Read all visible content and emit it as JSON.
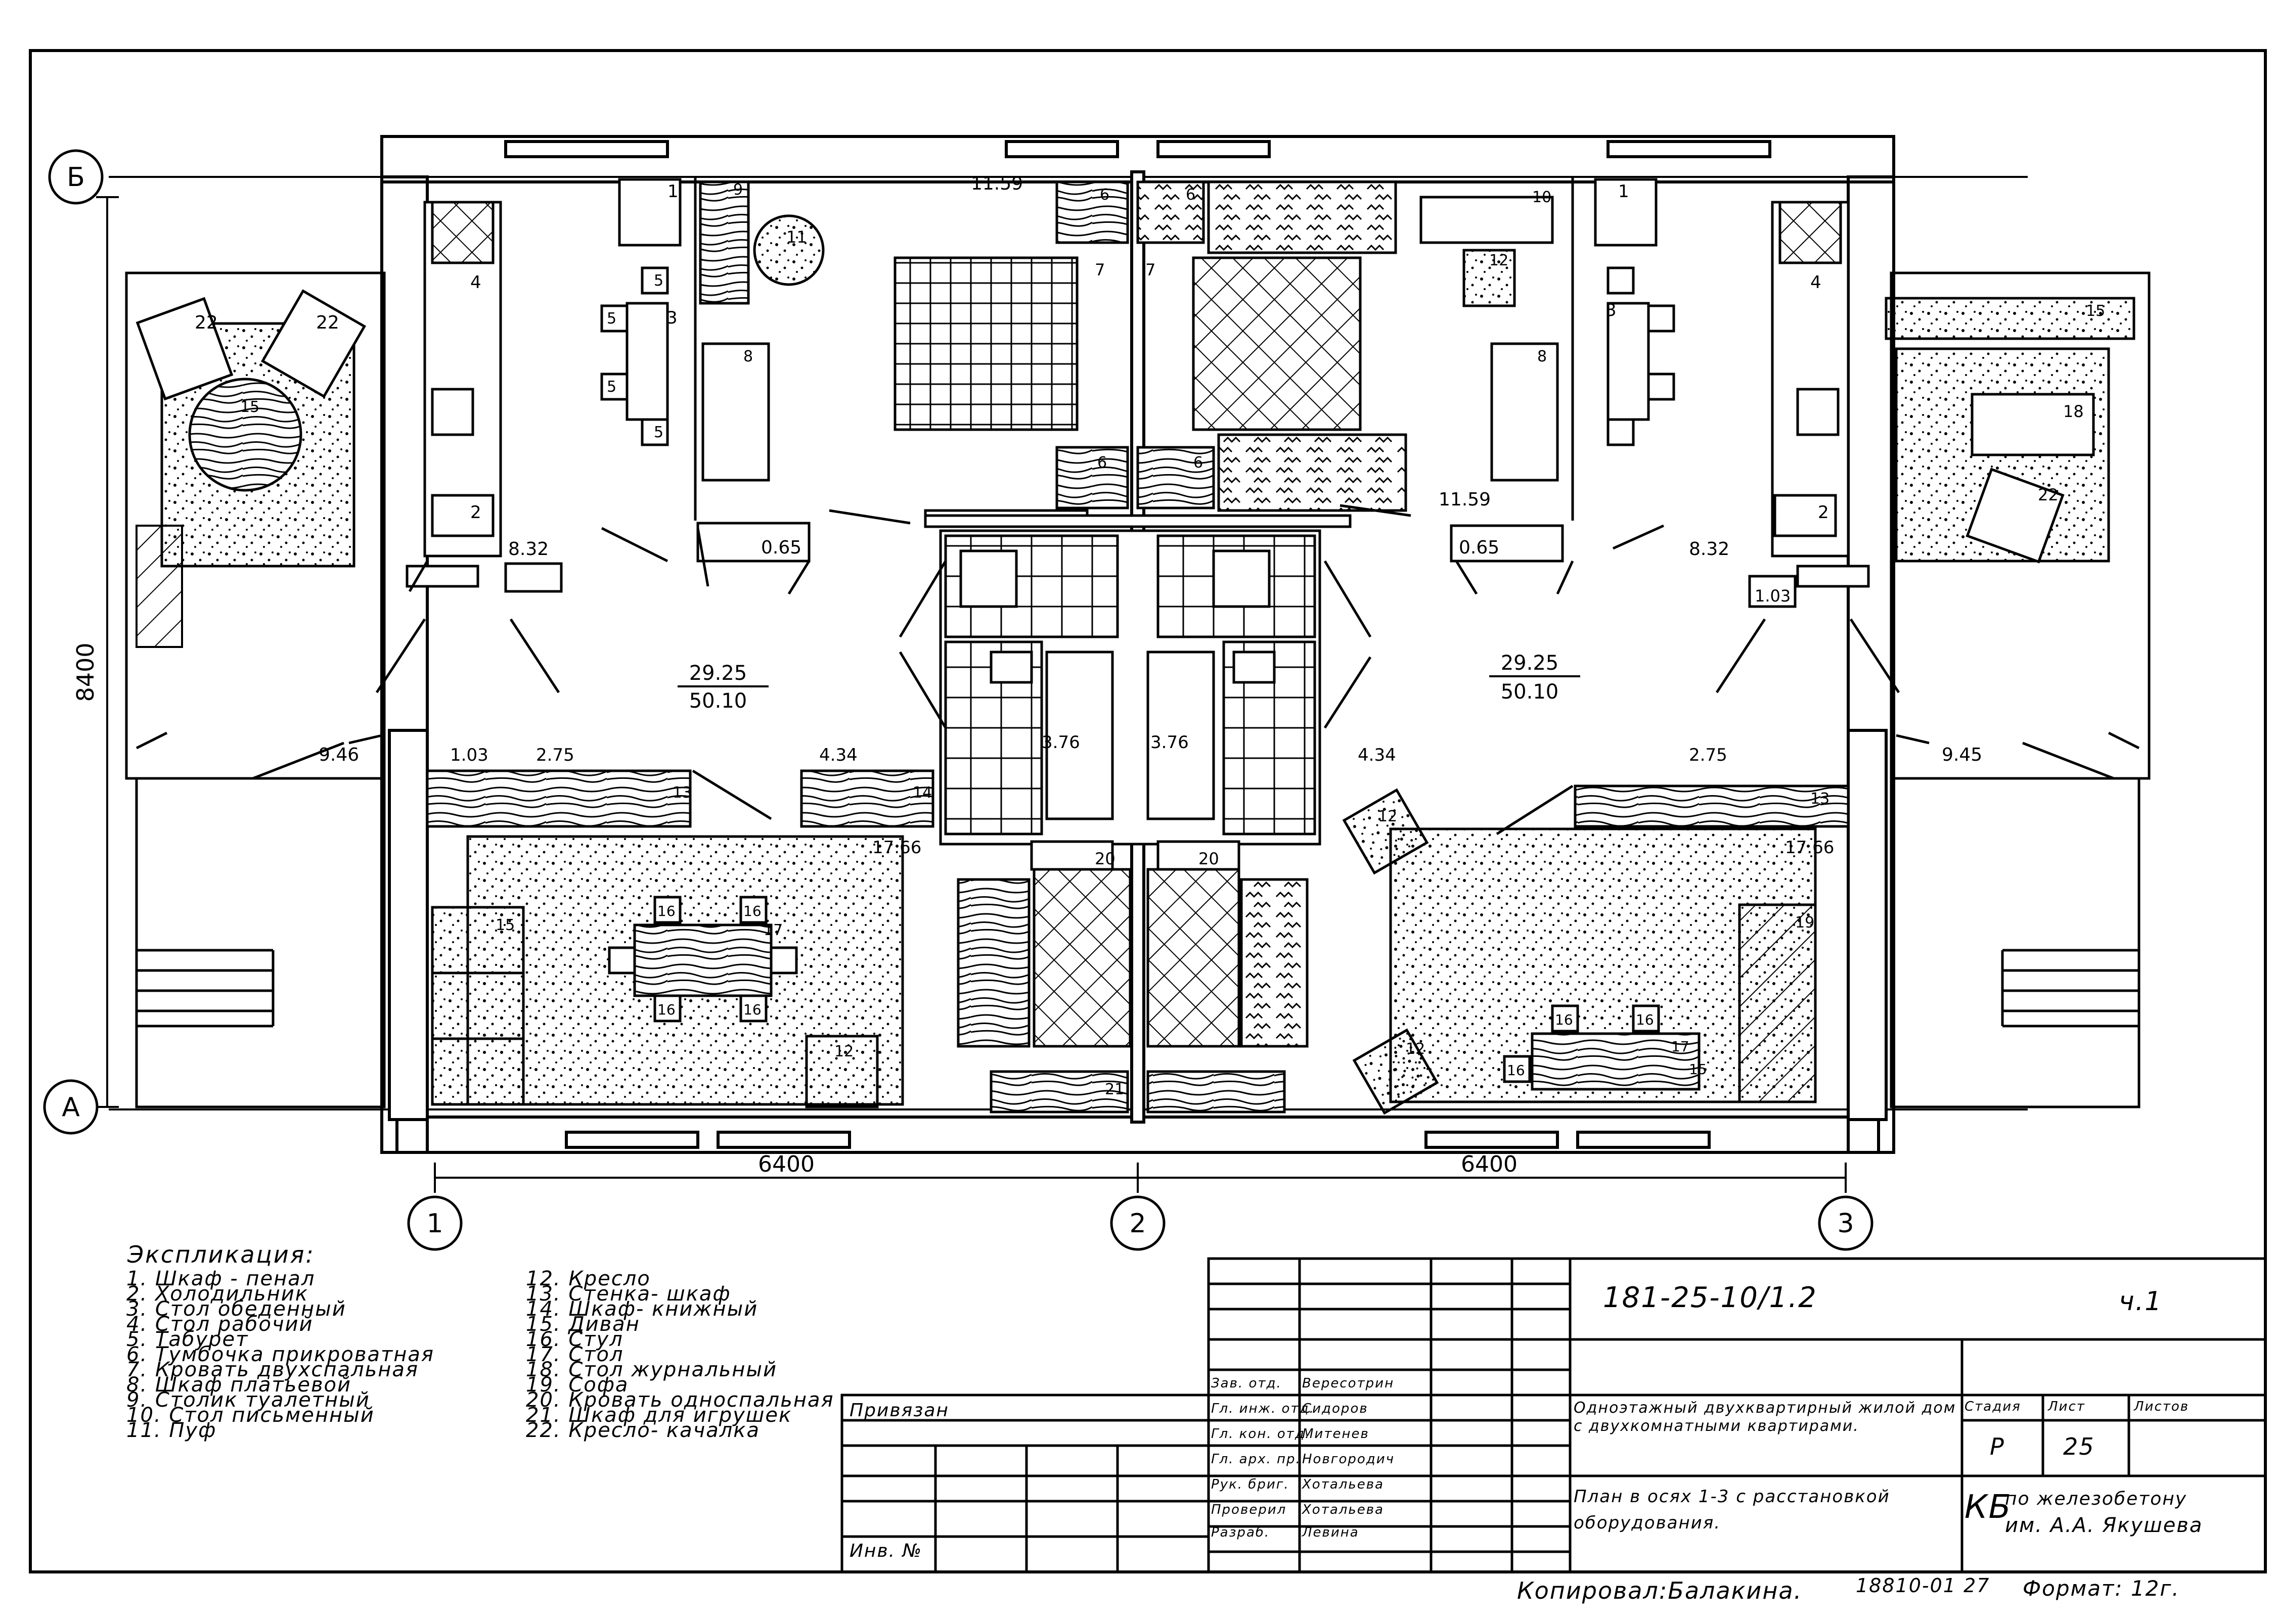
{
  "axes": {
    "rows": [
      "Б",
      "А"
    ],
    "columns": [
      "1",
      "2",
      "3"
    ]
  },
  "dimensions": {
    "overall_height": "8400",
    "span_left": "6400",
    "span_right": "6400"
  },
  "room_areas": {
    "bed_left": "11.59",
    "bed_right": "11.59",
    "hall_left": "0.65",
    "hall_right": "0.65",
    "kitchen_left": "8.32",
    "kitchen_right": "8.32",
    "wc_right": "1.03",
    "wc_left": "1.03",
    "living_left_frac": "29.25",
    "total_left_frac": "50.10",
    "living_right_frac": "29.25",
    "total_right_frac": "50.10",
    "porch_left": "9.46",
    "porch_right": "9.45",
    "store_left": "2.75",
    "store_right": "2.75",
    "corr_left": "4.34",
    "corr_right": "4.34",
    "bath_left": "3.76",
    "bath_right": "3.76",
    "living_room_left": "17.66",
    "living_room_right": "17.66"
  },
  "furniture_labels": {
    "penal": "1",
    "fridge": "2",
    "dining_table": "3",
    "work_table": "4",
    "stool": "5",
    "night_stand": "6",
    "double_bed": "7",
    "wardrobe": "8",
    "dressing_table": "9",
    "desk": "10",
    "pouf": "11",
    "armchair": "12",
    "wall_cabinet": "13",
    "bookcase": "14",
    "sofa_divan": "15",
    "chair": "16",
    "table": "17",
    "coffee_table": "18",
    "sofa": "19",
    "single_bed": "20",
    "toy_cabinet": "21",
    "rocking_chair": "22"
  },
  "legend": {
    "title": "Экспликация:",
    "items_left": [
      "1. Шкаф - пенал",
      "2. Холодильник",
      "3. Стол обеденный",
      "4. Стол рабочий",
      "5. Табурет",
      "6. Тумбочка прикроватная",
      "7. Кровать двухспальная",
      "8. Шкаф платьевой",
      "9. Столик туалетный",
      "10. Стол письменный",
      "11. Пуф"
    ],
    "items_right": [
      "12. Кресло",
      "13. Стенка- шкаф",
      "14. Шкаф- книжный",
      "15. Диван",
      "16. Стул",
      "17. Стол",
      "18. Стол журнальный",
      "19. Софа",
      "20. Кровать односпальная",
      "21. Шкаф для игрушек",
      "22. Кресло- качалка"
    ]
  },
  "title_block": {
    "doc_code": "181-25-10/1.2",
    "part": "ч.1",
    "title": "Одноэтажный двухквартирный жилой дом с двухкомнатными квартирами.",
    "sheet_title": "План в осях 1-3 с расстановкой оборудования.",
    "stage_label": "Стадия",
    "sheet_label": "Лист",
    "sheets_label": "Листов",
    "stage": "Р",
    "sheet": "25",
    "org_line1": "по железобетону",
    "org_line2": "им. А.А. Якушева",
    "org_mark": "КБ",
    "attached": "Привязан",
    "inv_no": "Инв. №",
    "roles": [
      "Зав. отд.",
      "Гл. инж. отд.",
      "Гл. кон. отд.",
      "Гл. арх. пр.",
      "Рук. бриг.",
      "Проверил",
      "Разраб."
    ],
    "names": [
      "Вересотрин",
      "Сидоров",
      "Митенев",
      "Новгородич",
      "Хотальева",
      "Хотальева",
      "Левина"
    ]
  },
  "footer": {
    "copied": "Копировал:Балакина.",
    "number": "18810-01 27",
    "format": "Формат: 12г."
  }
}
